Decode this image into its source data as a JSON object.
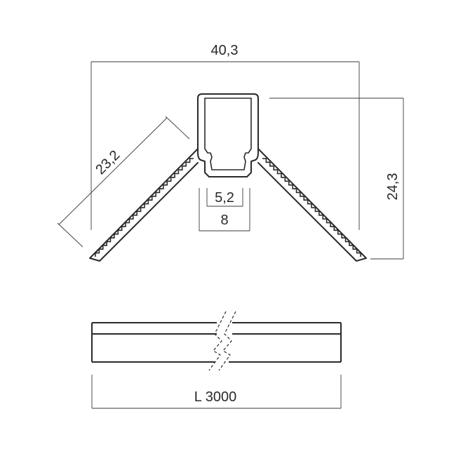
{
  "dimensions": {
    "total_width": "40,3",
    "wing_length": "23,2",
    "height": "24,3",
    "channel_inner": "5,2",
    "channel_outer": "8",
    "length": "L 3000"
  }
}
